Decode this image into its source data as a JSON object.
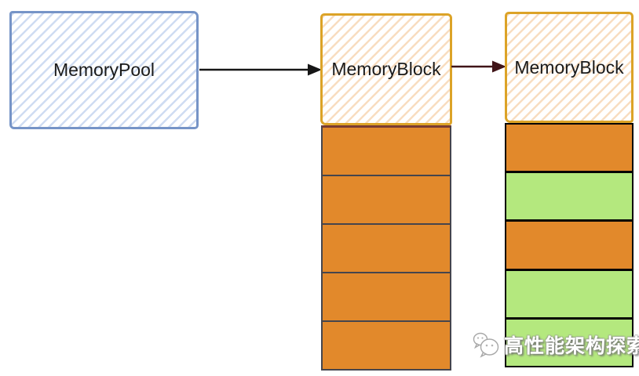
{
  "colors": {
    "orange": "#e2892b",
    "green": "#b4e87e",
    "pool_border": "#7694c7",
    "pool_hatch": "#cfdcf2",
    "block_border": "#dca327",
    "block_hatch": "#f8ddc0",
    "arrow_black": "#161616",
    "arrow_maroon": "#401418",
    "stack1_separator": "#45454d",
    "stack1_top_border": "#7a3b32",
    "stack2_separator": "#050505"
  },
  "pool": {
    "label": "MemoryPool"
  },
  "blocks": [
    {
      "label": "MemoryBlock",
      "cells": [
        "orange",
        "orange",
        "orange",
        "orange",
        "orange"
      ]
    },
    {
      "label": "MemoryBlock",
      "cells": [
        "orange",
        "green",
        "orange",
        "green",
        "green"
      ]
    }
  ],
  "watermark": {
    "icon": "chat-bubbles-icon",
    "text": "高性能架构探索"
  }
}
